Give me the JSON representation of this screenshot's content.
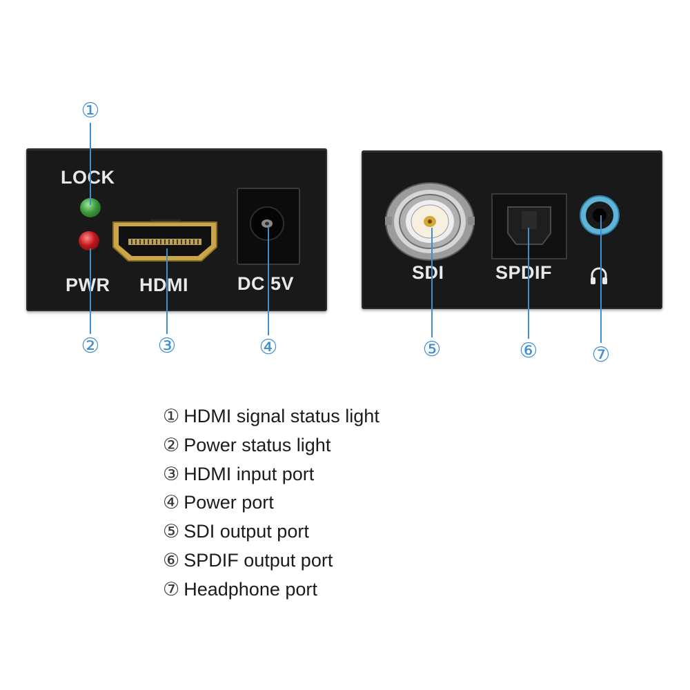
{
  "left_panel": {
    "labels": {
      "lock": "LOCK",
      "pwr": "PWR",
      "hdmi": "HDMI",
      "dc": "DC 5V"
    },
    "led_colors": {
      "lock": "#3a9a3a",
      "pwr": "#c0171c"
    }
  },
  "right_panel": {
    "labels": {
      "sdi": "SDI",
      "spdif": "SPDIF"
    },
    "icons": {
      "headphone": "headphone-icon"
    },
    "jack_ring_color": "#5fb4d8"
  },
  "callouts": [
    "①",
    "②",
    "③",
    "④",
    "⑤",
    "⑥",
    "⑦"
  ],
  "callout_color": "#3f8fd0",
  "legend": [
    {
      "num": "①",
      "text": "HDMI signal status light"
    },
    {
      "num": "②",
      "text": "Power status light"
    },
    {
      "num": "③",
      "text": "HDMI input port"
    },
    {
      "num": "④",
      "text": "Power port"
    },
    {
      "num": "⑤",
      "text": "SDI output port"
    },
    {
      "num": "⑥",
      "text": "SPDIF output port"
    },
    {
      "num": "⑦",
      "text": "Headphone port"
    }
  ]
}
